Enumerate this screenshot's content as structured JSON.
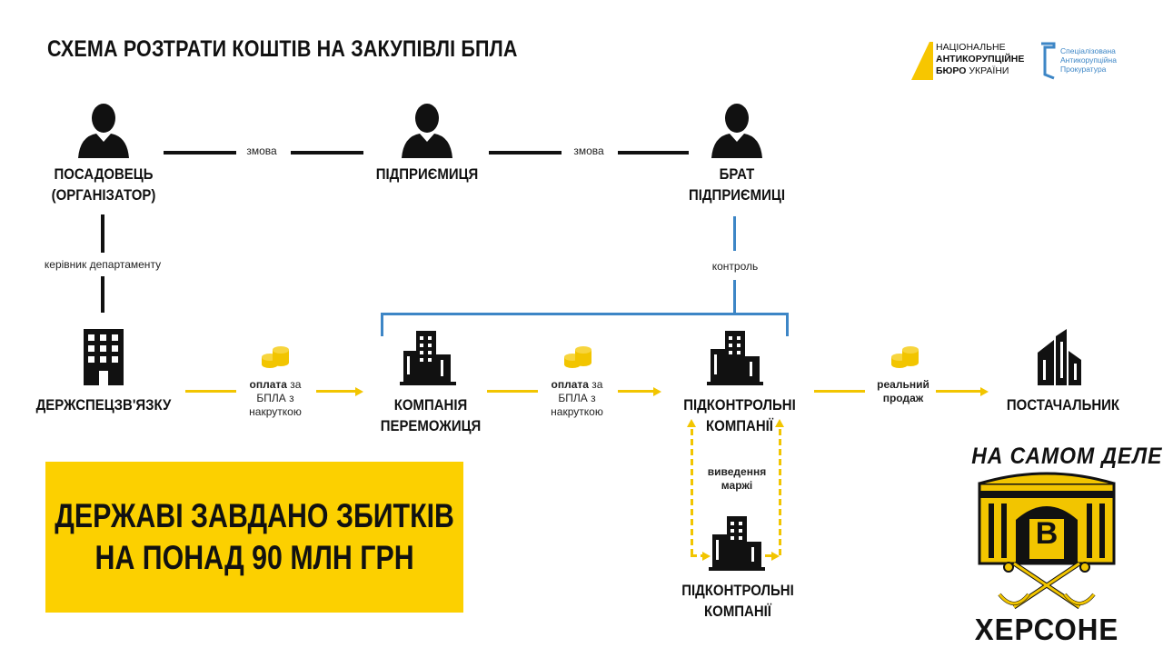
{
  "title": "СХЕМА РОЗТРАТИ КОШТІВ НА ЗАКУПІВЛІ  БПЛА",
  "logos": {
    "nabu": {
      "line1": "НАЦІОНАЛЬНЕ",
      "line2": "АНТИКОРУПЦІЙНЕ",
      "line3a": "БЮРО",
      "line3b": " УКРАЇНИ"
    },
    "sap": {
      "line1": "Спеціалізована",
      "line2": "Антикорупційна",
      "line3": "Прокуратура"
    }
  },
  "nodes": {
    "official": {
      "line1": "ПОСАДОВЕЦЬ",
      "line2": "(ОРГАНІЗАТОР)"
    },
    "entrepreneur": {
      "line1": "ПІДПРИЄМИЦЯ"
    },
    "brother": {
      "line1": "БРАТ",
      "line2": "ПІДПРИЄМИЦІ"
    },
    "dsszz": {
      "line1": "ДЕРЖСПЕЦЗВ'ЯЗКУ"
    },
    "winner": {
      "line1": "КОМПАНІЯ",
      "line2": "ПЕРЕМОЖИЦЯ"
    },
    "controlled1": {
      "line1": "ПІДКОНТРОЛЬНІ",
      "line2": "КОМПАНІЇ"
    },
    "controlled2": {
      "line1": "ПІДКОНТРОЛЬНІ",
      "line2": "КОМПАНІЇ"
    },
    "supplier": {
      "line1": "ПОСТАЧАЛЬНИК"
    }
  },
  "edges": {
    "collusion1": "змова",
    "collusion2": "змова",
    "head_of_dept": "керівник департаменту",
    "control": "контроль",
    "pay1": {
      "bold": "оплата",
      "rest1": " за",
      "line2": "БПЛА з",
      "line3": "накруткою"
    },
    "pay2": {
      "bold": "оплата",
      "rest1": " за",
      "line2": "БПЛА з",
      "line3": "накруткою"
    },
    "real_sale": {
      "line1": "реальний",
      "line2": "продаж"
    },
    "margin": {
      "line1": "виведення",
      "line2": "маржі"
    }
  },
  "banner": {
    "line1": "ДЕРЖАВІ ЗАВДАНО ЗБИТКІВ",
    "line2": "НА ПОНАД 90 МЛН ГРН"
  },
  "emblem": {
    "top": "НА САМОМ ДЕЛЕ",
    "letter": "В",
    "bottom": "ХЕРСОНЕ"
  },
  "colors": {
    "yellow": "#f2c500",
    "banner": "#fcd000",
    "blue": "#3d86c6",
    "black": "#111111"
  }
}
